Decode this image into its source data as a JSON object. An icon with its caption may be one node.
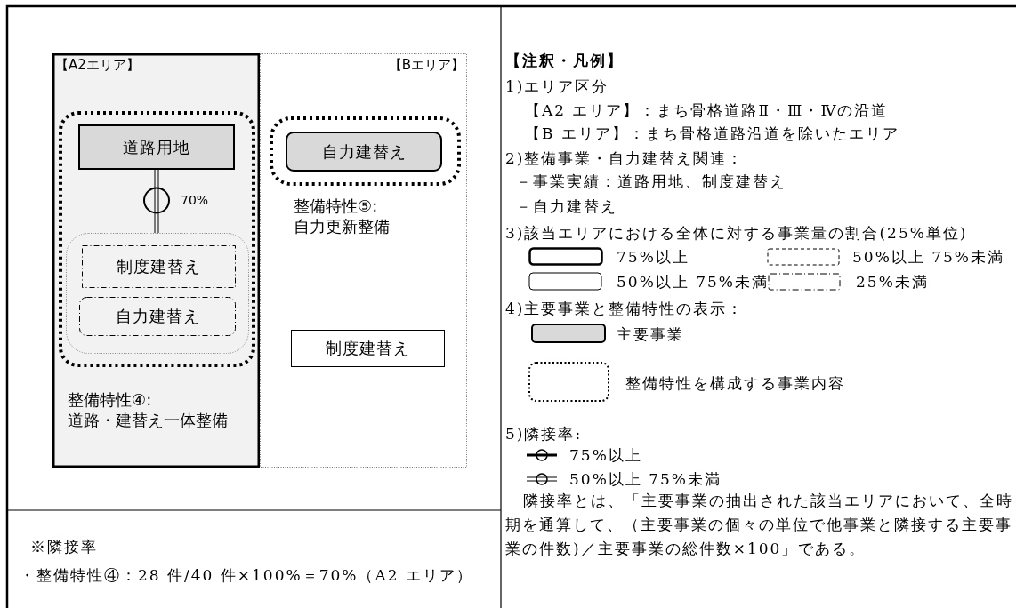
{
  "diagram": {
    "nodes": [
      {
        "text": [
          "【A2エリア】"
        ]
      },
      {
        "text": [
          "【Bエリア】"
        ]
      },
      {
        "text": [],
        "shape": "box",
        "in": 0,
        "beside": [
          "整備特性④: 道路・建替え一体整備"
        ]
      },
      {
        "text": [
          "道路用地"
        ],
        "in": 2
      },
      {
        "text": [],
        "shape": "box",
        "in": 2
      },
      {
        "text": [
          "制度建替え"
        ],
        "in": 4
      },
      {
        "text": [
          "自力建替え"
        ],
        "in": 4
      },
      {
        "text": [],
        "shape": "box",
        "in": 1,
        "beside": [
          "整備特性⑤: 自力更新整備"
        ]
      },
      {
        "text": [
          "自力建替え"
        ],
        "in": 7
      },
      {
        "text": [
          "制度建替え"
        ],
        "in": 1
      }
    ],
    "edges": [
      {
        "from": 3,
        "to": 4,
        "arrow": "none",
        "label": "70%"
      }
    ],
    "labels": [
      "【注釈・凡例】",
      "1)エリア区分",
      "【A2 エリア】：まち骨格道路Ⅱ・Ⅲ・Ⅳの沿道",
      "【B エリア】：まち骨格道路沿道を除いたエリア",
      "2)整備事業・自力建替え関連：",
      "－事業実績：道路用地、制度建替え",
      "－自力建替え",
      "3)該当エリアにおける全体に対する事業量の割合(25%単位)",
      "4)主要事業と整備特性の表示：",
      "5)隣接率:",
      "隣接率とは、「主要事業の抽出された該当エリアにおいて、全時期を通算して、（主要事業の個々の単位で他事業と隣接する主要事業の件数)／主要事業の総件数×100」である。",
      "※隣接率",
      "・整備特性④：28 件/40 件×100%＝70%（A2 エリア）"
    ],
    "legend": [
      {
        "text": "75%以上"
      },
      {
        "text": "50%以上 75%未満"
      },
      {
        "text": "50%以上 75%未満"
      },
      {
        "text": "25%未満"
      },
      {
        "text": "主要事業"
      },
      {
        "text": "整備特性を構成する事業内容"
      },
      {
        "text": "75%以上"
      },
      {
        "text": "50%以上 75%未満"
      }
    ]
  }
}
